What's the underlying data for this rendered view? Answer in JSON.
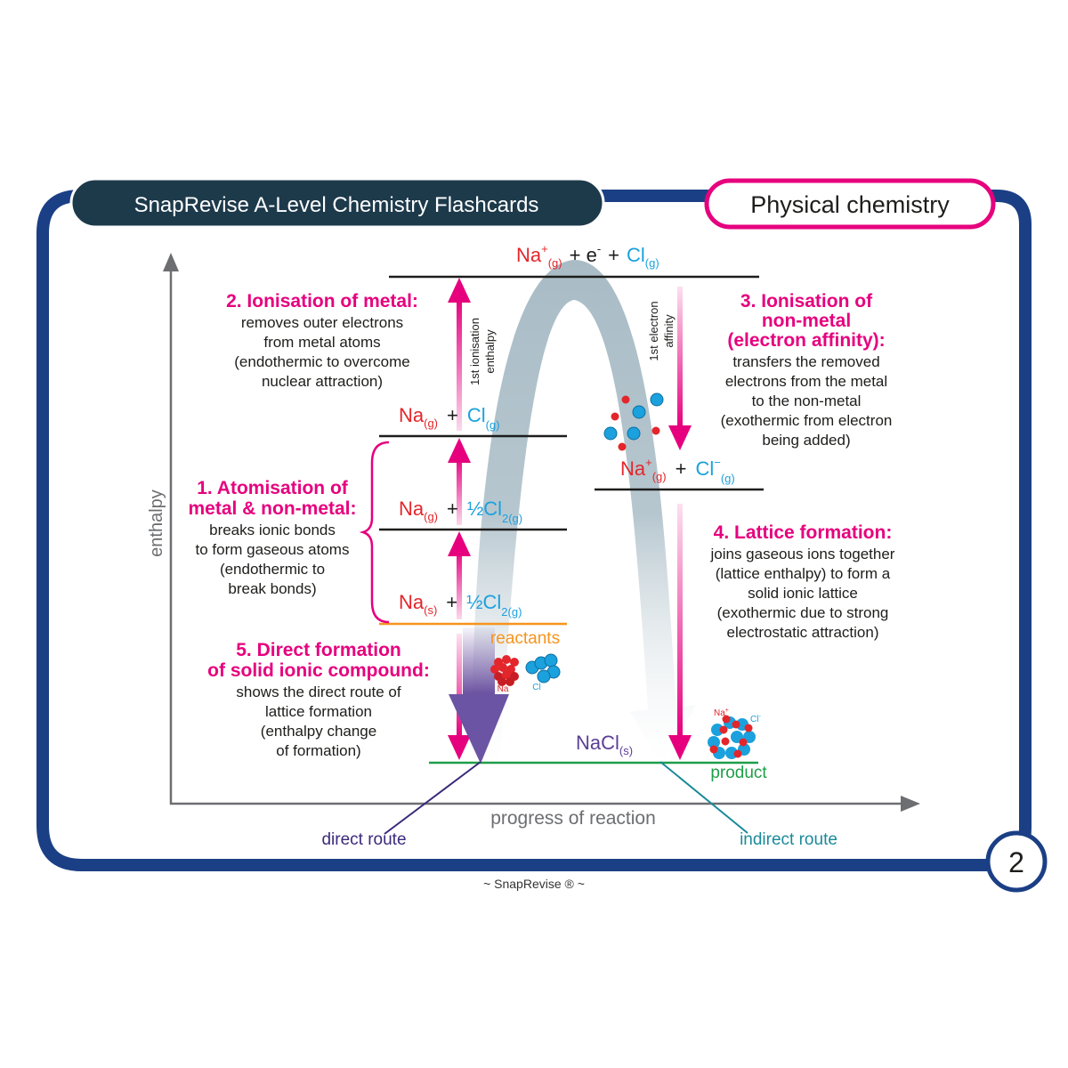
{
  "header": {
    "app_title": "SnapRevise A-Level Chemistry Flashcards",
    "topic": "Physical chemistry",
    "card_number": "2",
    "footer": "~ SnapRevise ® ~"
  },
  "axes": {
    "y_label": "enthalpy",
    "x_label": "progress of reaction"
  },
  "colors": {
    "navy": "#1b3f85",
    "dark_header": "#1d3a4b",
    "magenta": "#e6007e",
    "red": "#e3262b",
    "cyan": "#1ba1dd",
    "orange": "#f7941d",
    "green": "#1e9e48",
    "purple": "#5b3e96",
    "teal": "#1a8a9a",
    "grey_arrow": "#a9bcc6",
    "grey_axis": "#6d6e71"
  },
  "levels": {
    "top": {
      "na": "Na",
      "na_charge": "+",
      "na_state": "(g)",
      "plus1": "+ e",
      "e_charge": "-",
      "plus2": "+",
      "cl": "Cl",
      "cl_state": "(g)"
    },
    "atoms": {
      "na": "Na",
      "na_state": "(g)",
      "plus": "+",
      "cl": "Cl",
      "cl_state": "(g)"
    },
    "mid": {
      "na": "Na",
      "na_state": "(g)",
      "plus": "+",
      "cl": "½Cl",
      "cl_state": "2(g)"
    },
    "reactants": {
      "na": "Na",
      "na_state": "(s)",
      "plus": "+",
      "cl": "½Cl",
      "cl_state": "2(g)",
      "label": "reactants"
    },
    "ions": {
      "na": "Na",
      "na_charge": "+",
      "na_state": "(g)",
      "plus": "+",
      "cl": "Cl",
      "cl_charge": "−",
      "cl_state": "(g)"
    },
    "product": {
      "formula": "NaCl",
      "state": "(s)",
      "label": "product"
    }
  },
  "arrow_labels": {
    "ionisation_line1": "1st ionisation",
    "ionisation_line2": "enthalpy",
    "affinity_line1": "1st electron",
    "affinity_line2": "affinity"
  },
  "steps": {
    "step1": {
      "title": [
        "1. Atomisation of",
        "metal & non-metal:"
      ],
      "body": [
        "breaks ionic bonds",
        "to form gaseous atoms",
        "(endothermic to",
        "break bonds)"
      ]
    },
    "step2": {
      "title": [
        "2. Ionisation of metal:"
      ],
      "body": [
        "removes outer electrons",
        "from metal atoms",
        "(endothermic to overcome",
        "nuclear attraction)"
      ]
    },
    "step3": {
      "title": [
        "3. Ionisation of",
        "non-metal",
        "(electron affinity):"
      ],
      "body": [
        "transfers the removed",
        "electrons from the metal",
        "to the non-metal",
        "(exothermic from electron",
        "being added)"
      ]
    },
    "step4": {
      "title": [
        "4. Lattice formation:"
      ],
      "body": [
        "joins gaseous ions together",
        "(lattice enthalpy) to form a",
        "solid ionic lattice",
        "(exothermic due to strong",
        "electrostatic attraction)"
      ]
    },
    "step5": {
      "title": [
        "5. Direct formation",
        "of solid ionic compound:"
      ],
      "body": [
        "shows the direct route of",
        "lattice formation",
        "(enthalpy change",
        "of formation)"
      ]
    }
  },
  "illustrations": {
    "reactant_na": "Na",
    "reactant_cl": "Cl",
    "lattice_na": "Na",
    "lattice_na_charge": "+",
    "lattice_cl": "Cl",
    "lattice_cl_charge": "-"
  },
  "routes": {
    "direct": "direct route",
    "indirect": "indirect route"
  }
}
